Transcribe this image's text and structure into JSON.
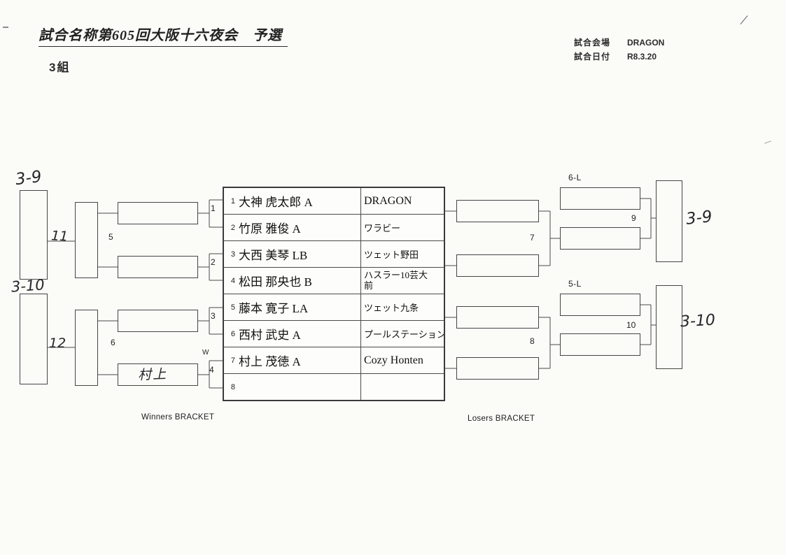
{
  "header": {
    "title": "試合名称第605回大阪十六夜会　予選",
    "group": "3組",
    "venue_label": "試合会場",
    "venue_value": "DRAGON",
    "date_label": "試合日付",
    "date_value": "R8.3.20"
  },
  "players": [
    {
      "no": "1",
      "name": "大神 虎太郎 A",
      "team": "DRAGON"
    },
    {
      "no": "2",
      "name": "竹原 雅俊 A",
      "team": "ワラビー"
    },
    {
      "no": "3",
      "name": "大西 美琴 LB",
      "team": "ツェット野田"
    },
    {
      "no": "4",
      "name": "松田 那央也 B",
      "team": "ハスラー10芸大前"
    },
    {
      "no": "5",
      "name": "藤本 寛子 LA",
      "team": "ツェット九条"
    },
    {
      "no": "6",
      "name": "西村 武史 A",
      "team": "プールステーション"
    },
    {
      "no": "7",
      "name": "村上 茂徳 A",
      "team": "Cozy Honten"
    },
    {
      "no": "8",
      "name": "",
      "team": ""
    }
  ],
  "labels": {
    "m1": "1",
    "m2": "2",
    "m3": "3",
    "m4": "4",
    "m5": "5",
    "m6": "6",
    "m7": "7",
    "m8": "8",
    "m9": "9",
    "m10": "10",
    "walkover": "W",
    "drop_top": "6-L",
    "drop_bottom": "5-L",
    "winners_bracket": "Winners BRACKET",
    "losers_bracket": "Losers BRACKET"
  },
  "handwritten": {
    "left_top_dest": "3-9",
    "left_top_match": "11",
    "left_bottom_dest": "3-10",
    "left_bottom_match": "12",
    "walkover_winner": "村上",
    "right_top_dest": "3-9",
    "right_bottom_dest": "3-10"
  }
}
